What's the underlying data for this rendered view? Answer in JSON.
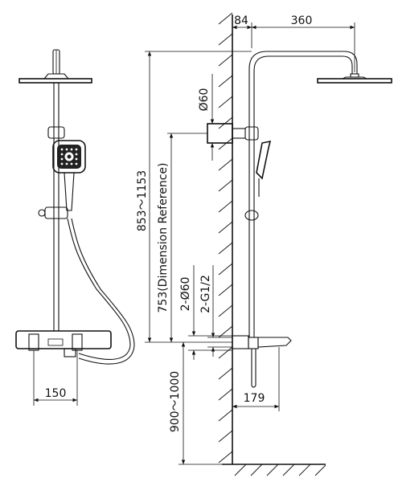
{
  "dimensions": {
    "wall_offset": "84",
    "arm_length": "360",
    "pipe_diameter": "Ø60",
    "total_height_range": "853～1153",
    "reference_height": "753(Dimension Reference)",
    "inlet_diameter": "2-Ø60",
    "inlet_thread": "2-G1/2",
    "floor_height_range": "900～1000",
    "spout_length": "179",
    "inlet_spacing": "150"
  }
}
